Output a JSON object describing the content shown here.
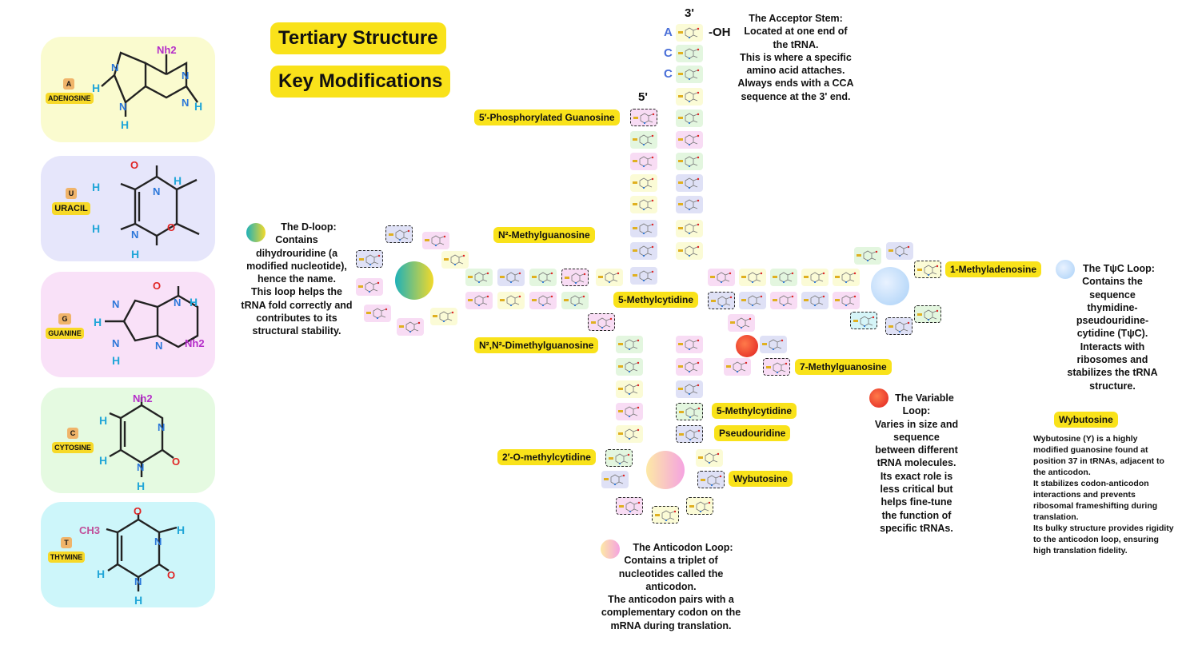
{
  "titles": {
    "tertiary": "Tertiary Structure",
    "key_mods": "Key Modifications"
  },
  "bases": [
    {
      "letter": "A",
      "name": "ADENOSINE",
      "color": "#fafbcf",
      "labels": [
        "Nh2",
        "N",
        "N",
        "N",
        "N",
        "H",
        "H",
        "H"
      ]
    },
    {
      "letter": "U",
      "name": "URACIL",
      "color": "#e6e6fb",
      "labels": [
        "O",
        "N",
        "H",
        "O",
        "N",
        "H",
        "H",
        "H"
      ]
    },
    {
      "letter": "G",
      "name": "GUANINE",
      "color": "#f9e1f8",
      "labels": [
        "O",
        "N",
        "H",
        "Nh2",
        "N",
        "N",
        "N",
        "H",
        "H"
      ]
    },
    {
      "letter": "C",
      "name": "CYTOSINE",
      "color": "#e5fae1",
      "labels": [
        "Nh2",
        "N",
        "O",
        "N",
        "H",
        "H",
        "H"
      ]
    },
    {
      "letter": "T",
      "name": "THYMINE",
      "color": "#cdf6fa",
      "labels": [
        "O",
        "CH3",
        "N",
        "H",
        "O",
        "N",
        "H",
        "H"
      ]
    }
  ],
  "acceptor": {
    "three_prime": "3'",
    "five_prime": "5'",
    "oh": "-OH",
    "cca": [
      "A",
      "C",
      "C"
    ],
    "description": "The Acceptor Stem:\nLocated at one end of the tRNA.\nThis is where a specific amino acid attaches.\nAlways ends with a CCA sequence at the 3' end."
  },
  "modifications": {
    "phospho_g": "5′-Phosphorylated Guanosine",
    "n2_methylg": "N²-Methylguanosine",
    "methylcytidine_arm": "5-Methylcytidine",
    "dimethylg": "N²,N²-Dimethylguanosine",
    "methyladenosine": "1-Methyladenosine",
    "methylguanosine7": "7-Methylguanosine",
    "methylcytidine_ac": "5-Methylcytidine",
    "pseudouridine": "Pseudouridine",
    "omethylcytidine": "2′-O-methylcytidine",
    "wybutosine": "Wybutosine"
  },
  "loops": {
    "dloop": "The D-loop:\nContains dihydrouridine (a modified nucleotide), hence the name.\nThis loop helps the tRNA fold correctly and contributes to its structural stability.",
    "tpsic": "The TψC Loop:\nContains the sequence thymidine-pseudouridine-cytidine (TψC).\nInteracts with ribosomes and stabilizes the tRNA structure.",
    "variable": "The Variable Loop:\nVaries in size and sequence between different tRNA molecules.\nIts exact role is less critical but helps fine-tune the function of specific tRNAs.",
    "anticodon": "The Anticodon Loop:\nContains a triplet of nucleotides called the anticodon.\nThe anticodon pairs with a complementary codon on the mRNA during translation."
  },
  "wybutosine_box": {
    "title": "Wybutosine",
    "text": "Wybutosine (Y) is a highly modified guanosine found at position 37 in tRNAs, adjacent to the anticodon.\nIt stabilizes codon-anticodon interactions and prevents ribosomal frameshifting during translation.\nIts bulky structure provides rigidity to the anticodon loop, ensuring high translation fidelity."
  },
  "colors": {
    "yellow_tile": "#fbfbd6",
    "green_tile": "#e3f6df",
    "pink_tile": "#f8dcf4",
    "blue_tile": "#dfe1f6",
    "cyan_tile": "#d6f5f8",
    "highlight": "#f9e21a",
    "nitrogen": "#2a76d9",
    "oxygen": "#e02424",
    "hydrogen": "#21a6d8",
    "amine": "#b52dc9"
  }
}
